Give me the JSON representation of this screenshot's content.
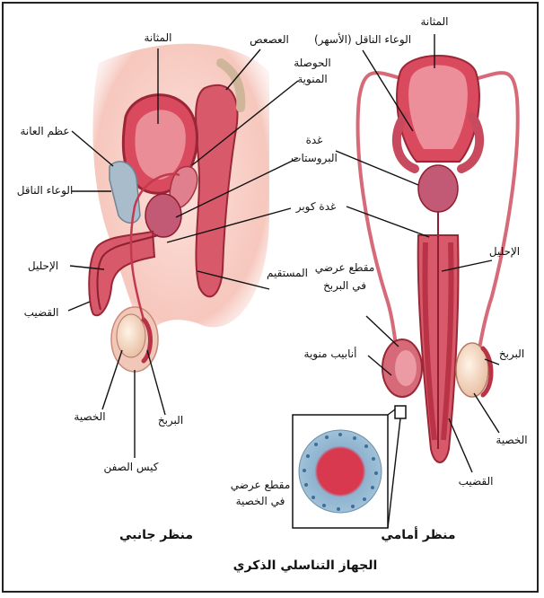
{
  "title": "الجهاز التناسلي الذكري",
  "views": {
    "side": "منظر جانبي",
    "front": "منظر أمامي"
  },
  "side_labels": {
    "bladder": "المثانة",
    "seminal_vesicle_1": "الحوصلة",
    "seminal_vesicle_2": "المنوية",
    "coccyx": "العصعص",
    "pubic_bone": "عظم العانة",
    "vas_deferens": "الوعاء الناقل",
    "prostate_1": "غدة",
    "prostate_2": "البروستات",
    "cowper": "غدة كوبر",
    "urethra": "الإحليل",
    "rectum": "المستقيم",
    "penis": "القضيب",
    "testis": "الخصية",
    "epididymis": "البربخ",
    "scrotum": "كيس الصفن"
  },
  "front_labels": {
    "vas_deferens": "الوعاء الناقل (الأسهر)",
    "bladder": "المثانة",
    "urethra": "الإحليل",
    "epid_section_1": "مقطع عرضي",
    "epid_section_2": "في البربخ",
    "tubules": "أنابيب منوية",
    "epididymis": "البربخ",
    "testis": "الخصية",
    "penis": "القضيب",
    "testis_section_1": "مقطع عرضي",
    "testis_section_2": "في الخصية"
  },
  "colors": {
    "flesh": "#f6c7bd",
    "tissue": "#e2707d",
    "dark": "#b83345",
    "deep": "#8f1e30",
    "bone": "#a9bccb",
    "prostate": "#c35a75",
    "testis_light": "#f3e3cf"
  }
}
